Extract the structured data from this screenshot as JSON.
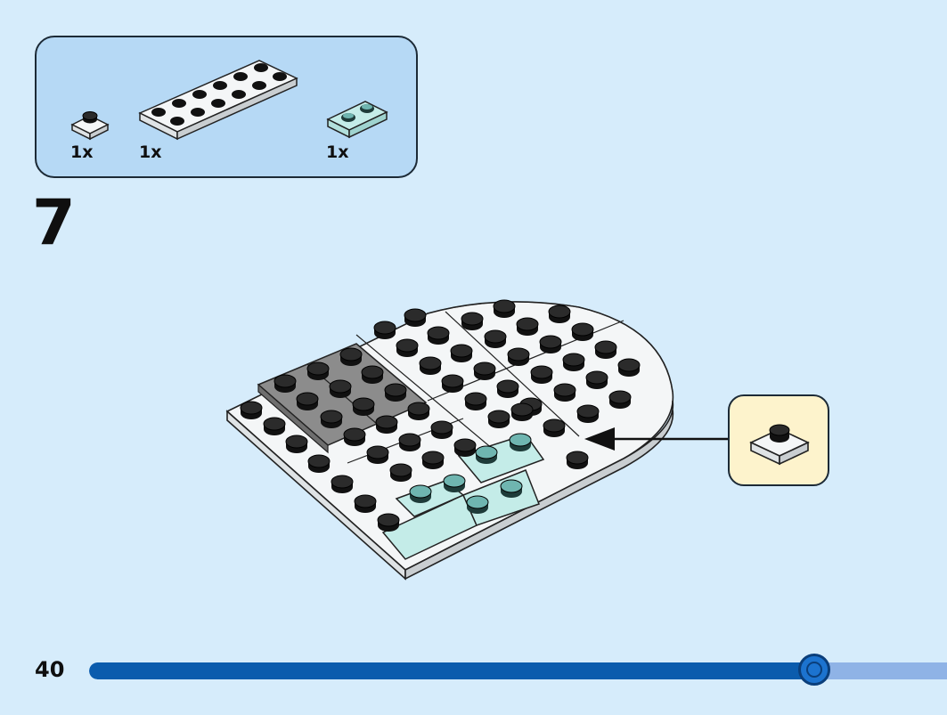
{
  "parts_panel": {
    "parts": [
      {
        "icon": "white-1x1-plate-icon",
        "quantity": "1x"
      },
      {
        "icon": "white-2x6-plate-icon",
        "quantity": "1x"
      },
      {
        "icon": "transparent-light-blue-1x2-plate-icon",
        "quantity": "1x"
      }
    ]
  },
  "step": {
    "number": "7"
  },
  "callout": {
    "icon": "white-1x1-plate-icon"
  },
  "page": {
    "number": "40"
  },
  "progress": {
    "fraction": 0.845
  },
  "colors": {
    "background": "#d6ecfb",
    "panel": "#b6d9f5",
    "callout": "#fdf3cc",
    "progress_fill": "#0b5cad",
    "progress_rest": "#8fb3e6",
    "knob": "#1c73cf",
    "white_brick": "#f4f6f7",
    "dark_gray_brick": "#8c8c8c",
    "trans_blue_brick": "#c4ece8"
  }
}
